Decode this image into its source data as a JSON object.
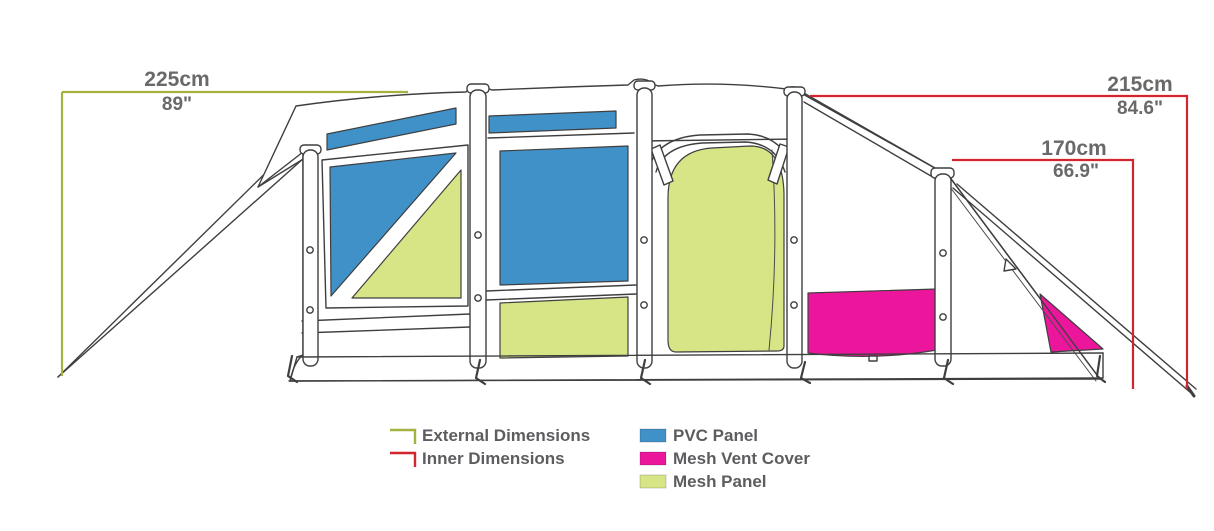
{
  "diagram_title": "Tent side profile with dimensions",
  "colors": {
    "pvc_panel": "#4191c9",
    "mesh_vent_cover": "#ec169d",
    "mesh_panel": "#d8e587",
    "external_line": "#a6b23f",
    "inner_line": "#d2262f",
    "label_text": "#69696b",
    "legend_text": "#5d5d60"
  },
  "dimensions": {
    "external_width": {
      "metric": "225cm",
      "imperial": "89\""
    },
    "inner_width": {
      "metric": "215cm",
      "imperial": "84.6\""
    },
    "inner_height": {
      "metric": "170cm",
      "imperial": "66.9\""
    }
  },
  "legend": {
    "line_items": [
      {
        "label": "External Dimensions"
      },
      {
        "label": "Inner Dimensions"
      }
    ],
    "panel_items": [
      {
        "label": "PVC Panel"
      },
      {
        "label": "Mesh Vent Cover"
      },
      {
        "label": "Mesh Panel"
      }
    ]
  }
}
